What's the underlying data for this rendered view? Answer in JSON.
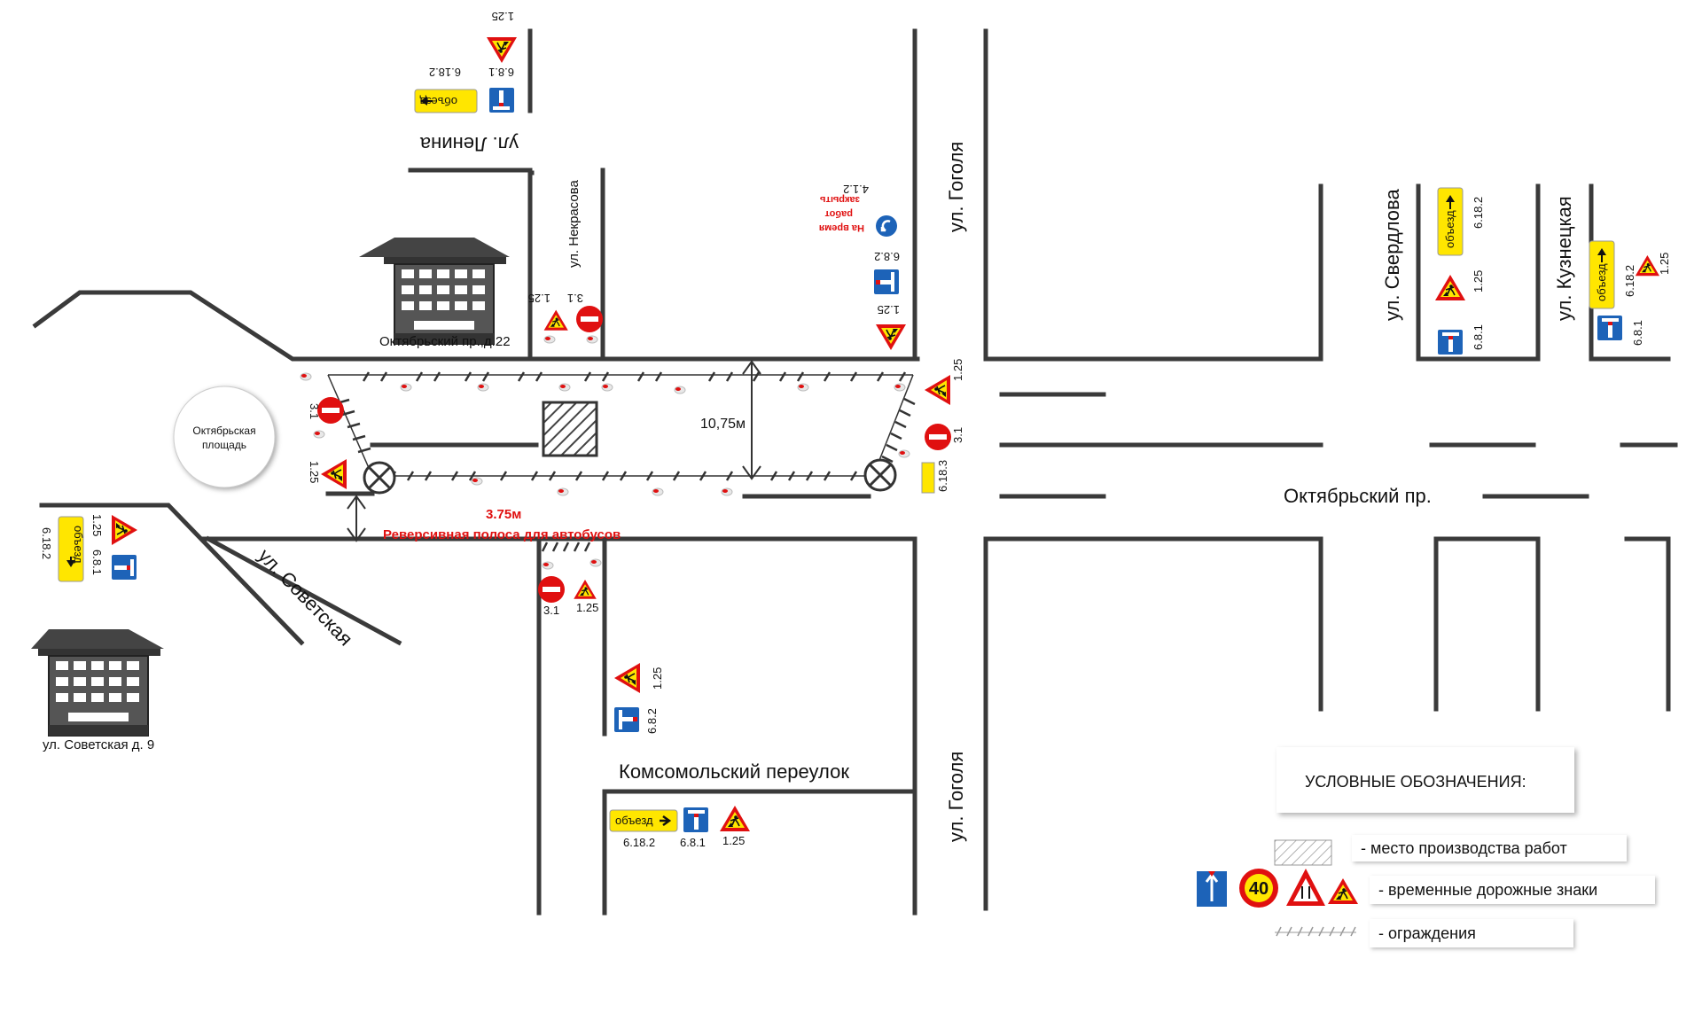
{
  "streets": {
    "lenina": "ул. Ленина",
    "nekrasova": "ул. Некрасова",
    "gogolya_top": "ул. Гоголя",
    "gogolya_bottom": "ул. Гоголя",
    "sverdlova": "ул. Свердлова",
    "kuznetskaya": "ул. Кузнецкая",
    "oktyabrsky": "Октябрьский пр.",
    "sovetskaya": "ул. Советская",
    "komsomolsky": "Комсомольский переулок"
  },
  "places": {
    "square": [
      "Октябрьская",
      "площадь"
    ],
    "building1": "Октябрьский пр.,д.22",
    "building2": "ул. Советская д. 9"
  },
  "dimensions": {
    "width": "10,75м",
    "lane": "3.75м",
    "reverse_lane": "Реверсивная полоса для автобусов"
  },
  "sign_text": {
    "detour": "объезд",
    "work_time": [
      "На время",
      "работ",
      "закрыть"
    ]
  },
  "sign_codes": {
    "c_1_25": "1.25",
    "c_3_1": "3.1",
    "c_6_8_1": "6.8.1",
    "c_6_8_2": "6.8.2",
    "c_6_18_2": "6.18.2",
    "c_6_18_3": "6.18.3",
    "c_4_1_2": "4.1.2"
  },
  "legend": {
    "title": "УСЛОВНЫЕ ОБОЗНАЧЕНИЯ:",
    "work_site": "- место производства работ",
    "temp_signs": "- временные дорожные знаки",
    "fencing": "- ограждения",
    "speed": "40"
  },
  "colors": {
    "road": "#3a3a3a",
    "sign_red": "#e01010",
    "sign_blue": "#1d63b8",
    "sign_yellow": "#ffe600",
    "text_red": "#e01010"
  }
}
